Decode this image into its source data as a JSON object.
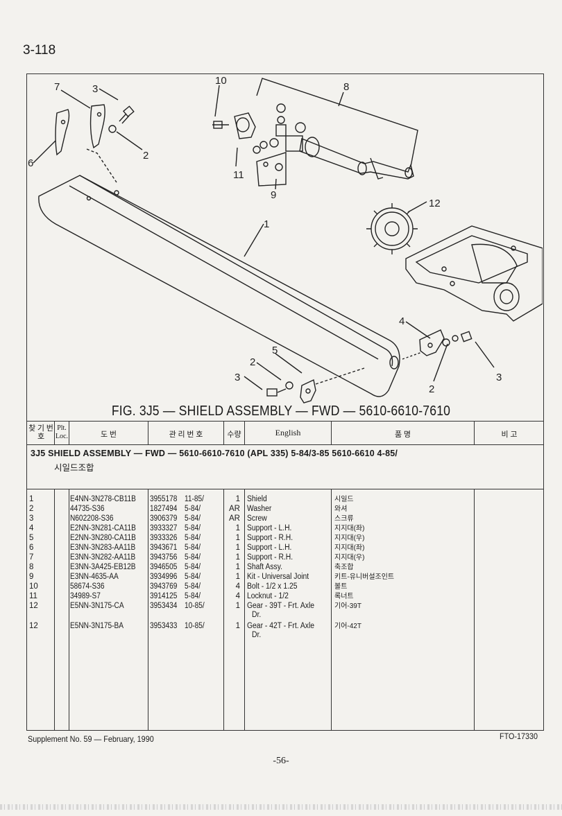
{
  "page_number": "3-118",
  "figure": {
    "caption": "FIG. 3J5 — SHIELD ASSEMBLY — FWD — 5610-6610-7610",
    "callouts": [
      "1",
      "2",
      "2",
      "3",
      "3",
      "4",
      "5",
      "6",
      "7",
      "8",
      "9",
      "10",
      "11",
      "12"
    ]
  },
  "table": {
    "headers": {
      "ref_no": "찾 기 번 호",
      "plt_loc": "Plt. Loc.",
      "part_no": "도 번",
      "mgmt_no": "관 리 번 호",
      "qty": "수량",
      "english": "English",
      "korean": "품 명",
      "remarks": "비 고"
    },
    "section_title": "3J5 SHIELD ASSEMBLY — FWD — 5610-6610-7610 (APL 335) 5-84/3-85 5610-6610 4-85/",
    "section_subtitle": "시일드조합",
    "rows": [
      {
        "ref": "1",
        "part": "E4NN-3N278-CB11B",
        "mgmt": "3955178",
        "date": "11-85/",
        "qty": "1",
        "eng": "Shield",
        "eng2": "",
        "kor": "시일드"
      },
      {
        "ref": "2",
        "part": "44735-S36",
        "mgmt": "1827494",
        "date": "5-84/",
        "qty": "AR",
        "eng": "Washer",
        "eng2": "",
        "kor": "와셔"
      },
      {
        "ref": "3",
        "part": "N602208-S36",
        "mgmt": "3906379",
        "date": "5-84/",
        "qty": "AR",
        "eng": "Screw",
        "eng2": "",
        "kor": "스크류"
      },
      {
        "ref": "4",
        "part": "E2NN-3N281-CA11B",
        "mgmt": "3933327",
        "date": "5-84/",
        "qty": "1",
        "eng": "Support - L.H.",
        "eng2": "",
        "kor": "지지대(좌)"
      },
      {
        "ref": "5",
        "part": "E2NN-3N280-CA11B",
        "mgmt": "3933326",
        "date": "5-84/",
        "qty": "1",
        "eng": "Support - R.H.",
        "eng2": "",
        "kor": "지지대(우)"
      },
      {
        "ref": "6",
        "part": "E3NN-3N283-AA11B",
        "mgmt": "3943671",
        "date": "5-84/",
        "qty": "1",
        "eng": "Support - L.H.",
        "eng2": "",
        "kor": "지지대(좌)"
      },
      {
        "ref": "7",
        "part": "E3NN-3N282-AA11B",
        "mgmt": "3943756",
        "date": "5-84/",
        "qty": "1",
        "eng": "Support - R.H.",
        "eng2": "",
        "kor": "지지대(우)"
      },
      {
        "ref": "8",
        "part": "E3NN-3A425-EB12B",
        "mgmt": "3946505",
        "date": "5-84/",
        "qty": "1",
        "eng": "Shaft Assy.",
        "eng2": "",
        "kor": "축조합"
      },
      {
        "ref": "9",
        "part": "E3NN-4635-AA",
        "mgmt": "3934996",
        "date": "5-84/",
        "qty": "1",
        "eng": "Kit - Universal Joint",
        "eng2": "",
        "kor": "키트-유니버설조인트"
      },
      {
        "ref": "10",
        "part": "58674-S36",
        "mgmt": "3943769",
        "date": "5-84/",
        "qty": "4",
        "eng": "Bolt - 1/2 x 1.25",
        "eng2": "",
        "kor": "볼트"
      },
      {
        "ref": "11",
        "part": "34989-S7",
        "mgmt": "3914125",
        "date": "5-84/",
        "qty": "4",
        "eng": "Locknut - 1/2",
        "eng2": "",
        "kor": "록너트"
      },
      {
        "ref": "12",
        "part": "E5NN-3N175-CA",
        "mgmt": "3953434",
        "date": "10-85/",
        "qty": "1",
        "eng": "Gear - 39T - Frt. Axle",
        "eng2": "Dr.",
        "kor": "기어-39T"
      },
      {
        "ref": "12",
        "part": "E5NN-3N175-BA",
        "mgmt": "3953433",
        "date": "10-85/",
        "qty": "1",
        "eng": "Gear - 42T - Frt. Axle",
        "eng2": "Dr.",
        "kor": "기어-42T"
      }
    ]
  },
  "footer": {
    "left": "Supplement No. 59 — February, 1990",
    "right": "FTO-17330",
    "page": "-56-"
  }
}
